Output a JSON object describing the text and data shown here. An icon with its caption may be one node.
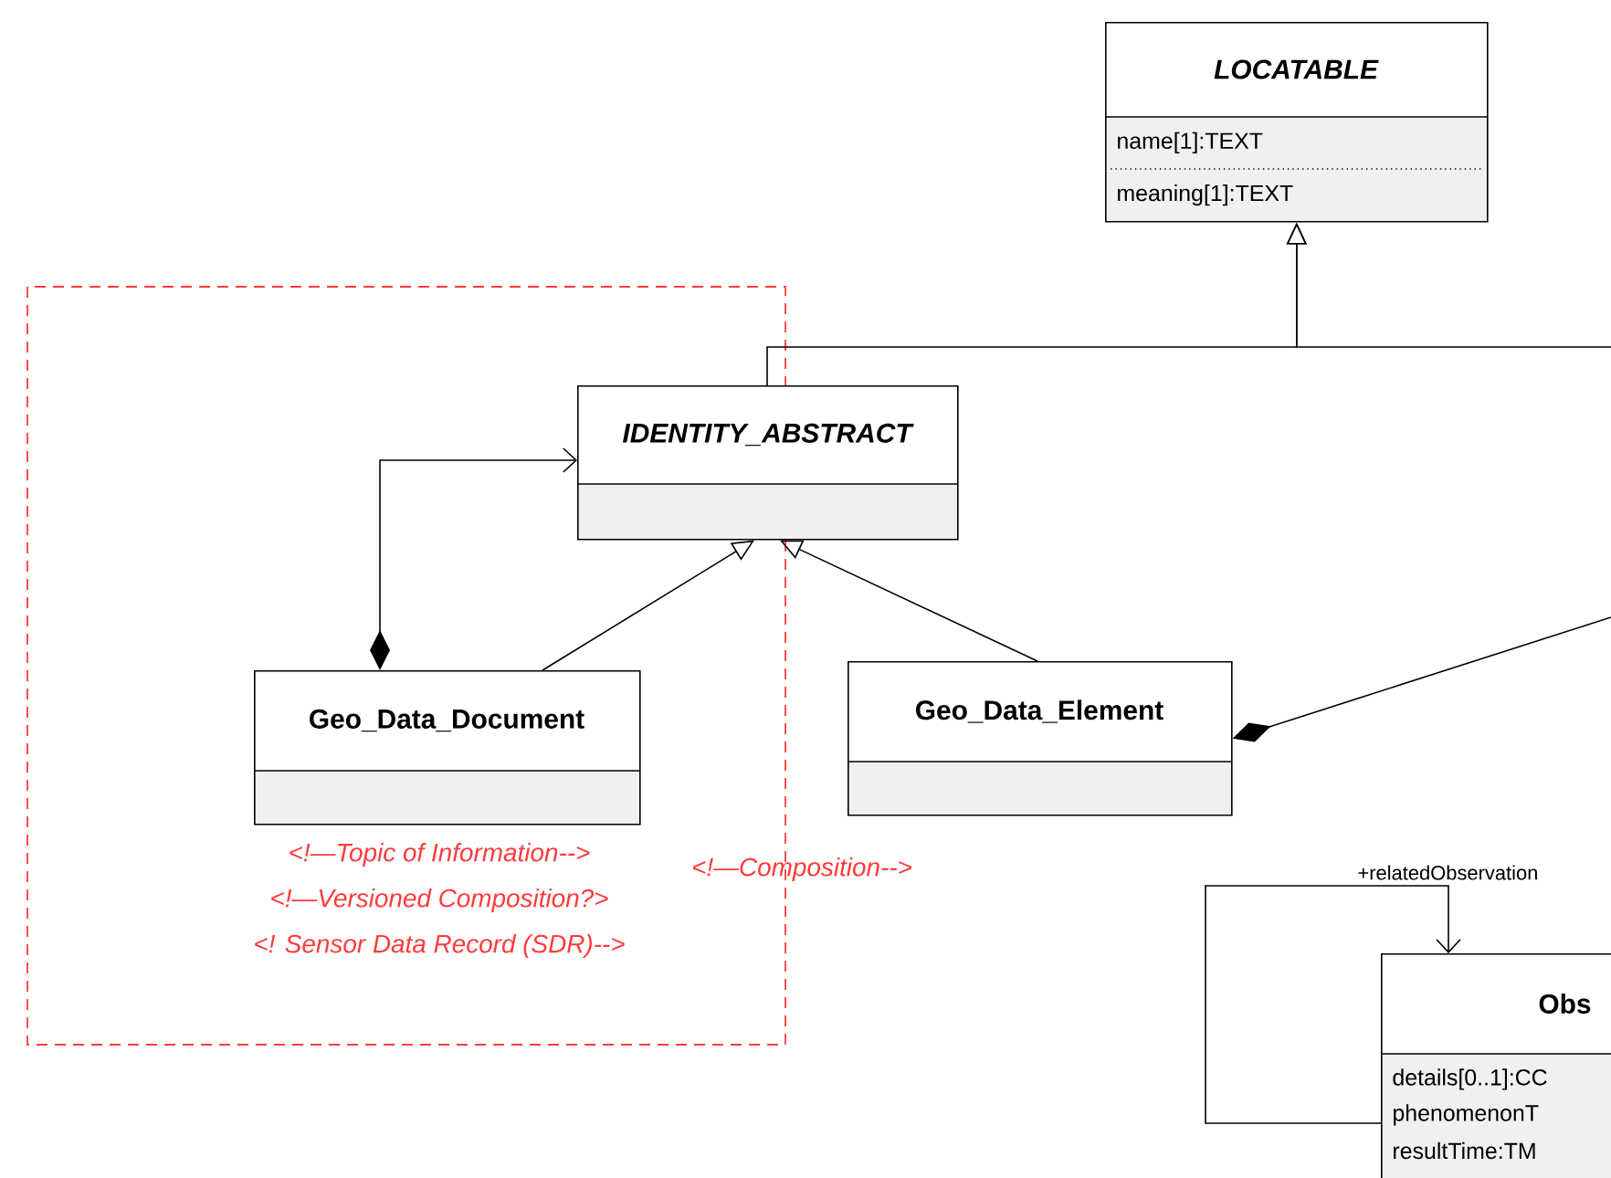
{
  "diagram": {
    "nodes": [
      {
        "text": [
          "LOCATABLE",
          "name[1]:TEXT",
          "meaning[1]:TEXT"
        ]
      },
      {
        "text": [
          "IDENTITY_ABSTRACT"
        ]
      },
      {
        "text": [
          "Geo_Data_Document"
        ],
        "beside": [
          "<!—Topic of Information-->",
          "<!—Versioned Composition?>",
          "<! Sensor Data Record (SDR)-->"
        ]
      },
      {
        "text": [
          "Geo_Data_Element"
        ],
        "beside": [
          "<!—Composition-->"
        ]
      },
      {
        "text": [
          "Obs",
          "details[0..1]:CC",
          "phenomenonT",
          "resultTime:TM"
        ]
      }
    ],
    "edges": [
      {
        "from": 1,
        "to": 0,
        "arrow": "to"
      },
      {
        "from": null,
        "to": 0,
        "arrow": "to"
      },
      {
        "from": 2,
        "to": 1,
        "arrow": "to"
      },
      {
        "from": 3,
        "to": 1,
        "arrow": "to"
      },
      {
        "from": 2,
        "to": 1,
        "arrow": "to"
      },
      {
        "from": 3,
        "to": null,
        "arrow": "other"
      },
      {
        "from": 4,
        "to": 4,
        "arrow": "to",
        "label": "+relatedObservation"
      }
    ]
  }
}
